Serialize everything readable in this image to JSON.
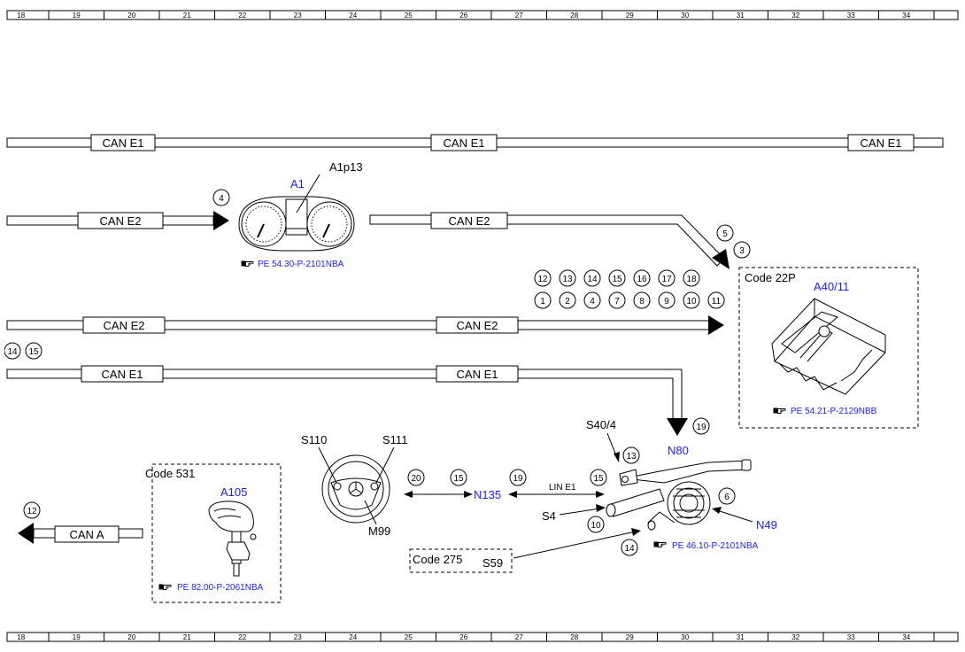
{
  "grid": {
    "columns": [
      "18",
      "19",
      "20",
      "21",
      "22",
      "23",
      "24",
      "25",
      "26",
      "27",
      "28",
      "29",
      "30",
      "31",
      "32",
      "33",
      "34"
    ]
  },
  "buses": {
    "can_e1": "CAN E1",
    "can_e2": "CAN E2",
    "can_a": "CAN A",
    "lin_e1": "LIN E1"
  },
  "components": {
    "a1": "A1",
    "a1p13": "A1p13",
    "a1_ref": "PE 54.30-P-2101NBA",
    "a40_11": "A40/11",
    "a40_11_code": "Code 22P",
    "a40_11_ref": "PE 54.21-P-2129NBB",
    "n80": "N80",
    "n80_ref": "PE 46.10-P-2101NBA",
    "n49": "N49",
    "s40_4": "S40/4",
    "s4": "S4",
    "n135": "N135",
    "s110": "S110",
    "s111": "S111",
    "m99": "M99",
    "a105": "A105",
    "a105_code": "Code 531",
    "a105_ref": "PE 82.00-P-2061NBA",
    "s59": "S59",
    "s59_code": "Code 275"
  },
  "markers": {
    "m4_a1": "4",
    "m5": "5",
    "m3": "3",
    "top_row": [
      "12",
      "13",
      "14",
      "15",
      "16",
      "17",
      "18"
    ],
    "bottom_row": [
      "1",
      "2",
      "4",
      "7",
      "8",
      "9",
      "10",
      "11"
    ],
    "left_14": "14",
    "left_15": "15",
    "m19_n80": "19",
    "m13": "13",
    "m6": "6",
    "m10": "10",
    "m14": "14",
    "m15_s4": "15",
    "m20": "20",
    "m15_n135": "15",
    "m19_n135": "19",
    "m12": "12"
  },
  "colors": {
    "reference_blue": "#1a1aff",
    "line": "#000000"
  },
  "icons": {
    "reference": "hand-pointer-icon"
  }
}
